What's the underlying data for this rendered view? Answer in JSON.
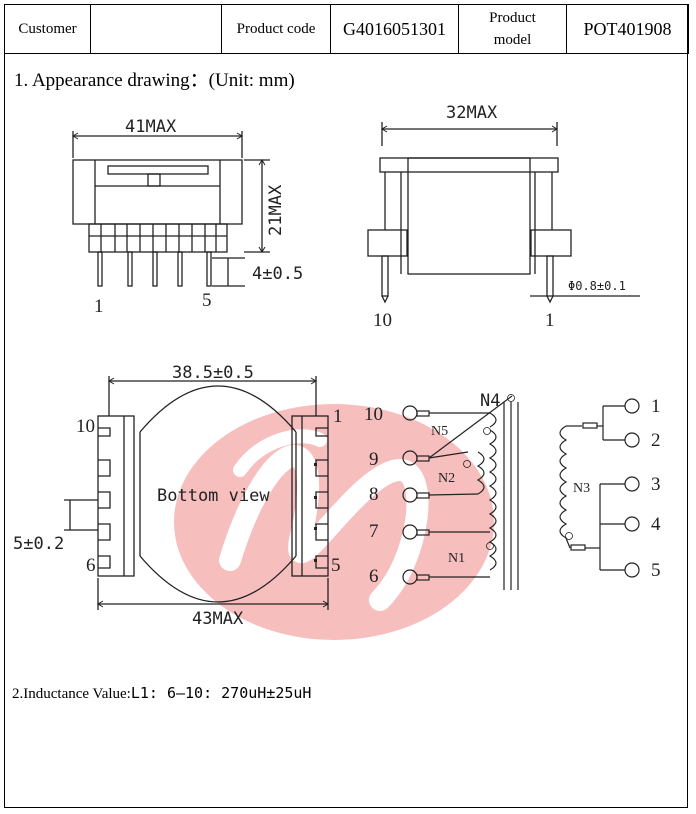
{
  "header": {
    "customer_label": "Customer",
    "customer_value": "",
    "product_code_label": "Product code",
    "product_code_value": "G4016051301",
    "product_model_label_line1": "Product",
    "product_model_label_line2": "model",
    "product_model_value": "POT401908"
  },
  "section1": {
    "title": "1.  Appearance drawing：(Unit: mm)"
  },
  "front_view": {
    "width_label": "41MAX",
    "height_label": "21MAX",
    "pin_len_label": "4±0.5",
    "pin_left": "1",
    "pin_right": "5"
  },
  "side_view": {
    "width_label": "32MAX",
    "pin_dia_label": "Φ0.8±0.1",
    "pin_left": "10",
    "pin_right": "1"
  },
  "bottom_view": {
    "top_dim_label": "38.5±0.5",
    "bottom_dim_label": "43MAX",
    "pitch_label": "5±0.2",
    "center_label": "Bottom view",
    "pin_top_left": "10",
    "pin_bottom_left": "6",
    "pin_top_right": "1",
    "pin_bottom_right": "5"
  },
  "schematic": {
    "left_pins": [
      "10",
      "9",
      "8",
      "7",
      "6"
    ],
    "right_pins": [
      "1",
      "2",
      "3",
      "4",
      "5"
    ],
    "windings": [
      "N4",
      "N5",
      "N2",
      "N1",
      "N3"
    ]
  },
  "section2": {
    "label": "2.Inductance Value:",
    "value": "L1:  6—10:  270uH±25uH"
  }
}
